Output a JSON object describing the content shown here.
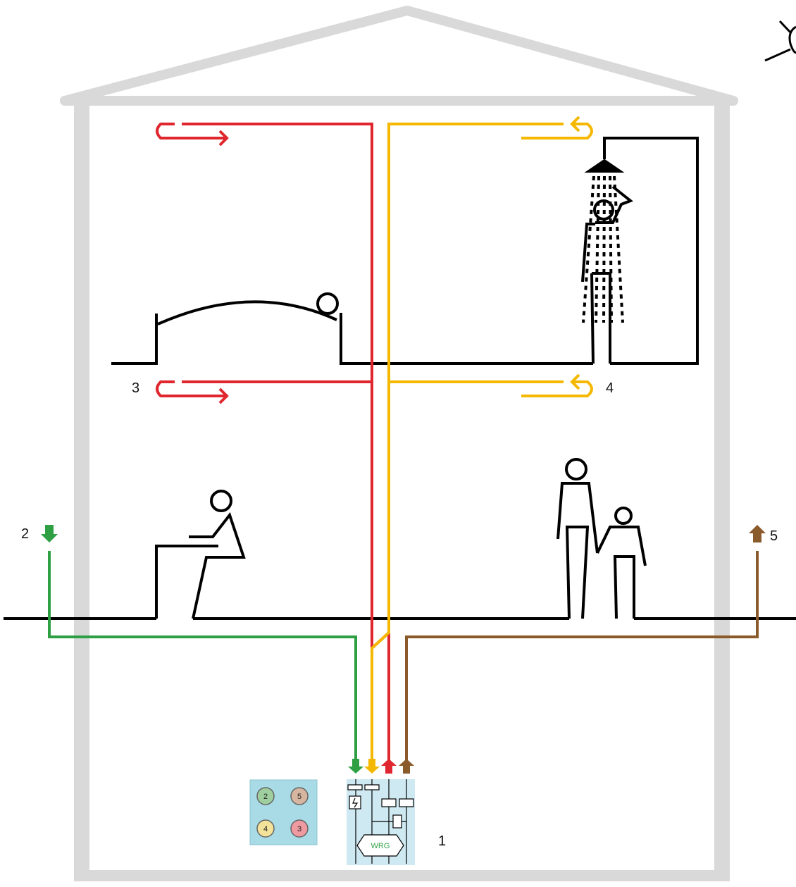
{
  "diagram": {
    "labels": {
      "unit": "1",
      "outdoor_air": "2",
      "supply_air": "3",
      "extract_air": "4",
      "exhaust_air": "5"
    },
    "unit_box": {
      "heat_recovery_label": "WRG"
    },
    "connection_panel": {
      "ports": [
        "2",
        "5",
        "4",
        "3"
      ]
    },
    "colors": {
      "house": "#d9d9d9",
      "outdoor_air": "#2ea043",
      "extract_air": "#f5b800",
      "supply_air": "#e0262e",
      "exhaust_air": "#8b5a2b",
      "figures": "#000000",
      "unit_bg": "#cfe9f2",
      "panel_bg": "#a9dbe6"
    }
  }
}
